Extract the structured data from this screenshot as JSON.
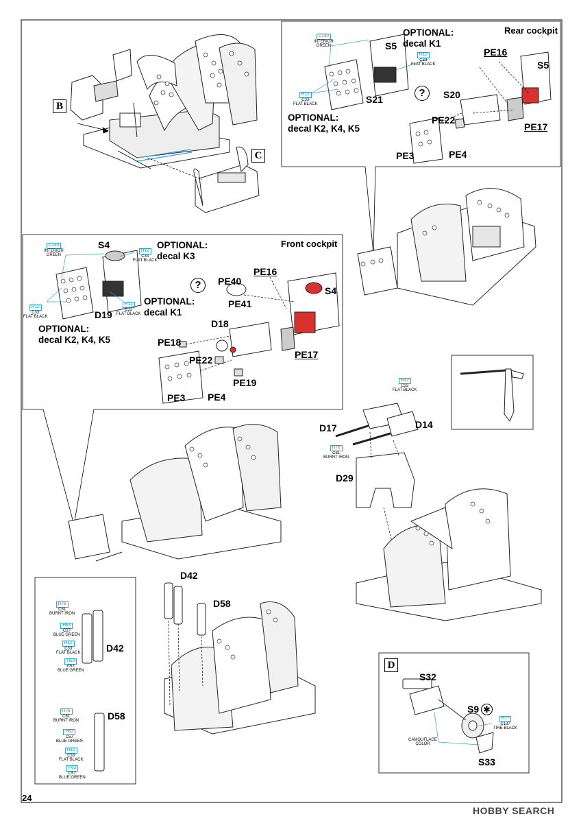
{
  "page": {
    "number": "24",
    "watermark": "HOBBY SEARCH"
  },
  "step_letters": {
    "b": "B",
    "c": "C",
    "d": "D"
  },
  "rear_cockpit": {
    "title": "Rear cockpit",
    "opt1": [
      "OPTIONAL:",
      "decal K1"
    ],
    "opt2": [
      "OPTIONAL:",
      "decal K2, K4, K5"
    ],
    "parts": {
      "s5a": "S5",
      "s21": "S21",
      "pe16": "PE16",
      "s5b": "S5",
      "s20": "S20",
      "pe22": "PE22",
      "pe17": "PE17",
      "pe3": "PE3",
      "pe4": "PE4"
    },
    "question": "?"
  },
  "front_cockpit": {
    "title": "Front cockpit",
    "opt1": [
      "OPTIONAL:",
      "decal K3"
    ],
    "opt2": [
      "OPTIONAL:",
      "decal K1"
    ],
    "opt3": [
      "OPTIONAL:",
      "decal K2, K4, K5"
    ],
    "parts": {
      "s4a": "S4",
      "d19": "D19",
      "pe40": "PE40",
      "pe41": "PE41",
      "pe16": "PE16",
      "s4b": "S4",
      "d18": "D18",
      "pe18": "PE18",
      "pe22": "PE22",
      "pe17": "PE17",
      "pe19": "PE19",
      "pe3": "PE3",
      "pe4": "PE4"
    },
    "question": "?"
  },
  "guns": {
    "parts": {
      "d17": "D17",
      "d14": "D14",
      "d29": "D29"
    }
  },
  "struts": {
    "parts": {
      "d42a": "D42",
      "d58a": "D58",
      "d42b": "D42",
      "d58b": "D58"
    }
  },
  "step_d": {
    "parts": {
      "s32": "S32",
      "s9": "S9",
      "s33": "S33"
    },
    "star": "✱"
  },
  "paints": {
    "interior_green": {
      "code": "C130",
      "name1": "INTERIOR",
      "name2": "GREEN"
    },
    "flat_black": {
      "code1": "H12",
      "code2": "C33",
      "name": "FLAT BLACK"
    },
    "burnt_iron": {
      "code1": "H76",
      "code2": "C61",
      "name": "BURNT IRON"
    },
    "blue_green": {
      "code1": "H63",
      "code2": "C57",
      "name": "BLUE GREEN"
    },
    "tire_black": {
      "code1": "H77",
      "code2": "C137",
      "name": "TIRE BLACK"
    },
    "camouflage": {
      "name1": "CAMOUFLAGE",
      "name2": "COLOR"
    }
  },
  "colors": {
    "accent_red": "#d8322e",
    "paint_code_blue": "#2aa6d6",
    "line": "#000000"
  }
}
